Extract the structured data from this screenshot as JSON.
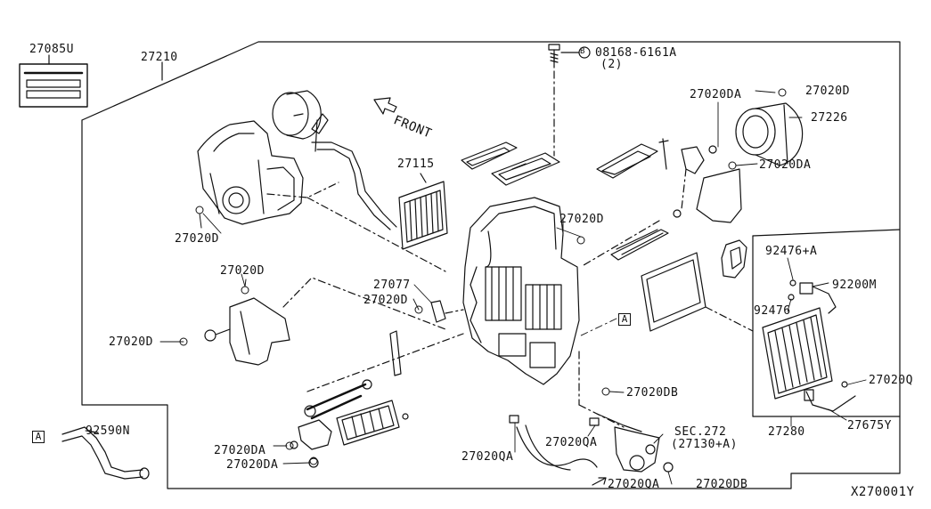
{
  "labels": {
    "p27085U": "27085U",
    "p27210": "27210",
    "bolt": "08168-6161A",
    "bolt_qty": "(2)",
    "bolt_circle": "B",
    "front": "FRONT",
    "p27115": "27115",
    "p27020D_a": "27020D",
    "p27020D_b": "27020D",
    "p27020D_c": "27020D",
    "p27020D_d": "27020D",
    "p27020D_e": "27020D",
    "p27020D_f": "27020D",
    "p27020DA_a": "27020DA",
    "p27020DA_b": "27020DA",
    "p27020DA_c": "27020DA",
    "p27020DA_d": "27020DA",
    "p27226": "27226",
    "p27077": "27077",
    "p92476A": "92476+A",
    "p92200M": "92200M",
    "p92476": "92476",
    "p27020DB_a": "27020DB",
    "p27020DB_b": "27020DB",
    "p27020Q": "27020Q",
    "p27280": "27280",
    "p27675Y": "27675Y",
    "p92590N": "92590N",
    "p27020QA_a": "27020QA",
    "p27020QA_b": "27020QA",
    "p27020QA_c": "27020QA",
    "sec272": "SEC.272",
    "sec272_sub": "(27130+A)",
    "ref_a_1": "A",
    "ref_a_2": "A",
    "diagram_id": "X270001Y"
  }
}
